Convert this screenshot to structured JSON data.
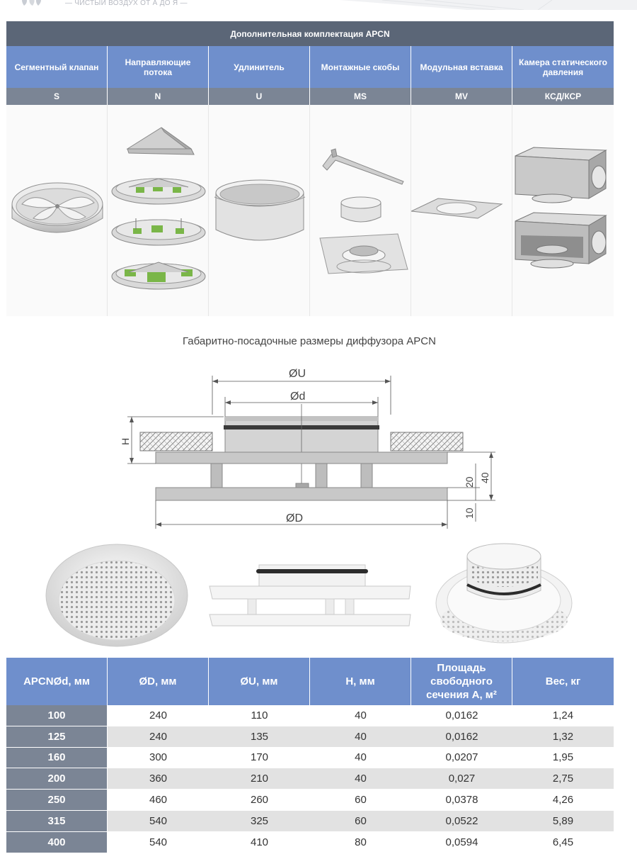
{
  "header": {
    "tagline": "— ЧИСТЫЙ ВОЗДУХ ОТ А ДО Я —"
  },
  "accessories": {
    "title": "Дополнительная комплектация APCN",
    "columns": [
      {
        "name": "Сегментный клапан",
        "code": "S"
      },
      {
        "name": "Направляющие потока",
        "code": "N"
      },
      {
        "name": "Удлинитель",
        "code": "U"
      },
      {
        "name": "Монтажные скобы",
        "code": "MS"
      },
      {
        "name": "Модульная вставка",
        "code": "MV"
      },
      {
        "name": "Камера статического давления",
        "code": "КСД/КСР"
      }
    ]
  },
  "dimensions_title": "Габаритно-посадочные размеры диффузора  APCN",
  "drawing_labels": {
    "u": "ØU",
    "d": "Ød",
    "D": "ØD",
    "h": "H",
    "dim20": "20",
    "dim40": "40",
    "dim10": "10"
  },
  "table": {
    "headers": [
      "APCNØd, мм",
      "ØD, мм",
      "ØU, мм",
      "H, мм",
      "Площадь свободного сечения А, м²",
      "Вес, кг"
    ],
    "rows": [
      [
        "100",
        "240",
        "110",
        "40",
        "0,0162",
        "1,24"
      ],
      [
        "125",
        "240",
        "135",
        "40",
        "0,0162",
        "1,32"
      ],
      [
        "160",
        "300",
        "170",
        "40",
        "0,0207",
        "1,95"
      ],
      [
        "200",
        "360",
        "210",
        "40",
        "0,027",
        "2,75"
      ],
      [
        "250",
        "460",
        "260",
        "60",
        "0,0378",
        "4,26"
      ],
      [
        "315",
        "540",
        "325",
        "60",
        "0,0522",
        "5,89"
      ],
      [
        "400",
        "540",
        "410",
        "80",
        "0,0594",
        "6,45"
      ]
    ]
  },
  "colors": {
    "header_blue": "#6f8fcc",
    "dark_gray": "#5b6677",
    "code_gray": "#7b8595",
    "green": "#7ab648"
  }
}
